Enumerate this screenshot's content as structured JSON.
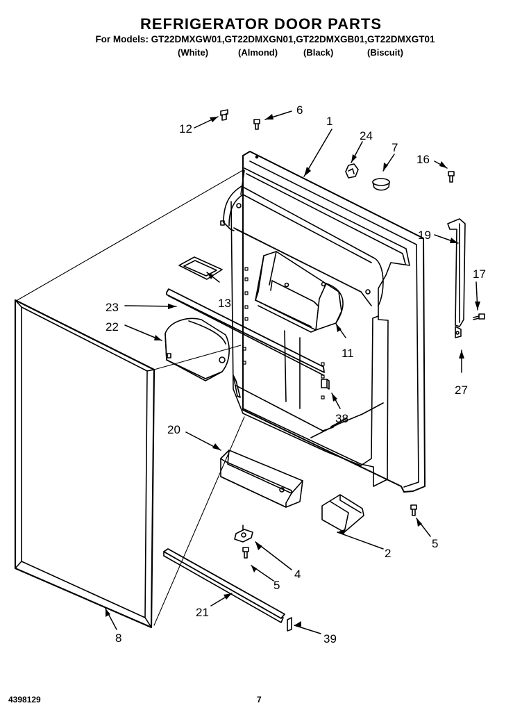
{
  "header": {
    "title": "REFRIGERATOR DOOR PARTS",
    "models": "For Models: GT22DMXGW01,GT22DMXGN01,GT22DMXGB01,GT22DMXGT01",
    "colors": [
      "(White)",
      "(Almond)",
      "(Black)",
      "(Biscuit)"
    ]
  },
  "callouts": {
    "c1": "1",
    "c2": "2",
    "c4": "4",
    "c5a": "5",
    "c5b": "5",
    "c6": "6",
    "c7": "7",
    "c8": "8",
    "c11": "11",
    "c12": "12",
    "c13": "13",
    "c16": "16",
    "c17": "17",
    "c19": "19",
    "c20": "20",
    "c21": "21",
    "c22": "22",
    "c23": "23",
    "c24": "24",
    "c27": "27",
    "c38": "38",
    "c39": "39"
  },
  "footer": {
    "doc_number": "4398129",
    "page": "7"
  }
}
